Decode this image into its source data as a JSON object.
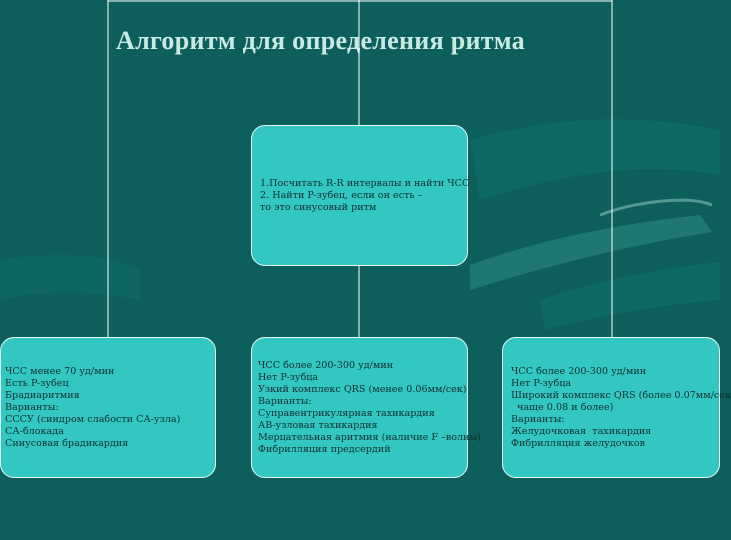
{
  "title": "Алгоритм для определения ритма",
  "colors": {
    "background": "#0c5f5b",
    "node_fill": "#33c7c3",
    "node_border": "#e9fbf9",
    "connector": "#ffffff",
    "title_text": "#c9e9e3"
  },
  "nodes": {
    "top": {
      "lines": [
        "1.Посчитать R-R интервалы и найти ЧСС",
        "2. Найти P-зубец, если он есть –",
        "то это синусовый ритм"
      ]
    },
    "left": {
      "lines": [
        "ЧСС менее 70 уд/мин",
        "Есть P-зубец",
        "Брадиаритмия",
        "Варианты:",
        "СССУ (синдром слабости СА-узла)",
        "СА-блокада",
        "Синусовая брадикардия"
      ]
    },
    "middle": {
      "lines": [
        "ЧСС более 200-300 уд/мин",
        "Нет P-зубца",
        "Узкий комплекс QRS (менее 0.06мм/сек)",
        "Варианты:",
        "Суправентрикулярная тахикардия",
        "АВ-узловая тахикардия",
        "Мерцательная аритмия (наличие F –волны)",
        "Фибрилляция предсердий"
      ]
    },
    "right": {
      "lines": [
        "ЧСС более 200-300 уд/мин",
        "Нет P-зубца",
        "Широкий комплекс QRS (более 0.07мм/сек",
        "  чаще 0.08 и более)",
        "Варианты:",
        "Желудочковая  тахикардия",
        "Фибрилляция желудочков"
      ]
    }
  }
}
